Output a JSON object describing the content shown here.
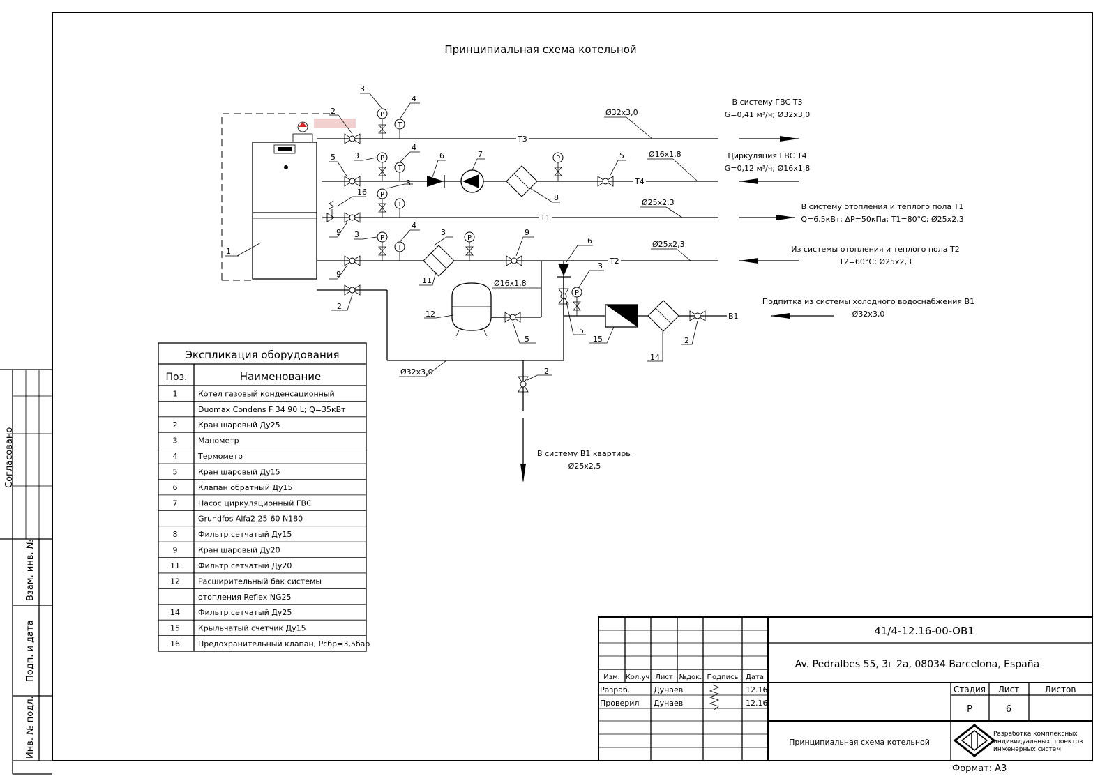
{
  "title": "Принципиальная схема котельной",
  "lines": [
    {
      "code": "T3",
      "diameter": "Ø32x3,0",
      "text1": "В систему ГВС Т3",
      "text2": "G=0,41 м³/ч; Ø32x3,0"
    },
    {
      "code": "T4",
      "diameter": "Ø16x1,8",
      "text1": "Циркуляция ГВС Т4",
      "text2": "G=0,12 м³/ч; Ø16x1,8"
    },
    {
      "code": "T1",
      "diameter": "Ø25x2,3",
      "text1": "В систему отопления и теплого пола Т1",
      "text2": "Q=6,5кВт; ΔP=50кПа; Т1=80°С; Ø25x2,3"
    },
    {
      "code": "T2",
      "diameter": "Ø25x2,3",
      "text1": "Из системы отопления и теплого пола Т2",
      "text2": "Т2=60°С; Ø25x2,3"
    },
    {
      "code": "B1",
      "diameter": "",
      "text1": "Подпитка из системы холодного водоснабжения В1",
      "text2": "Ø32x3,0"
    }
  ],
  "diagram_labels": {
    "d16_expansion": "Ø16x1,8",
    "d32_drain": "Ø32x3,0",
    "to_apartment_1": "В систему В1 квартиры",
    "to_apartment_2": "Ø25x2,5",
    "pos_numbers": [
      "1",
      "2",
      "3",
      "4",
      "5",
      "6",
      "7",
      "8",
      "9",
      "11",
      "12",
      "14",
      "15",
      "16"
    ],
    "gauge_symbol": "P",
    "thermo_symbol": "T"
  },
  "explication": {
    "title": "Экспликация оборудования",
    "col_pos": "Поз.",
    "col_name": "Наименование",
    "rows": [
      {
        "pos": "1",
        "name": "Котел газовый конденсационный"
      },
      {
        "pos": "",
        "name": "Duomax Condens F 34 90 L; Q=35кВт"
      },
      {
        "pos": "2",
        "name": "Кран шаровый Ду25"
      },
      {
        "pos": "3",
        "name": "Манометр"
      },
      {
        "pos": "4",
        "name": "Термометр"
      },
      {
        "pos": "5",
        "name": "Кран шаровый Ду15"
      },
      {
        "pos": "6",
        "name": "Клапан обратный Ду15"
      },
      {
        "pos": "7",
        "name": "Насос циркуляционный ГВС"
      },
      {
        "pos": "",
        "name": "Grundfos Alfa2 25-60 N180"
      },
      {
        "pos": "8",
        "name": "Фильтр сетчатый Ду15"
      },
      {
        "pos": "9",
        "name": "Кран шаровый Ду20"
      },
      {
        "pos": "11",
        "name": "Фильтр сетчатый Ду20"
      },
      {
        "pos": "12",
        "name": "Расширительный бак системы"
      },
      {
        "pos": "",
        "name": "отопления Reflex NG25"
      },
      {
        "pos": "14",
        "name": "Фильтр сетчатый Ду25"
      },
      {
        "pos": "15",
        "name": "Крыльчатый счетчик Ду15"
      },
      {
        "pos": "16",
        "name": "Предохранительный клапан, Рсбр=3,5бар"
      }
    ]
  },
  "side_stamp": {
    "agreed": "Согласовано",
    "vzam": "Взам. инв. №",
    "podp": "Подп. и дата",
    "inv": "Инв. № подл."
  },
  "title_block": {
    "doc_code": "41/4-12.16-00-ОВ1",
    "address": "Av. Pedralbes 55, 3г 2a, 08034 Barcelona, España",
    "headers": [
      "Изм.",
      "Кол.уч",
      "Лист",
      "№док.",
      "Подпись",
      "Дата"
    ],
    "rows": [
      {
        "role": "Разраб.",
        "name": "Дунаев",
        "date": "12.16"
      },
      {
        "role": "Проверил",
        "name": "Дунаев",
        "date": "12.16"
      }
    ],
    "sheet_title": "Принципиальная схема котельной",
    "stage_label": "Стадия",
    "sheet_label": "Лист",
    "sheets_label": "Листов",
    "stage": "Р",
    "sheet": "6",
    "sheets": "",
    "company_line1": "Разработка комплексных",
    "company_line2": "индивидуальных проектов",
    "company_line3": "инженерных систем",
    "format": "Формат: А3"
  }
}
